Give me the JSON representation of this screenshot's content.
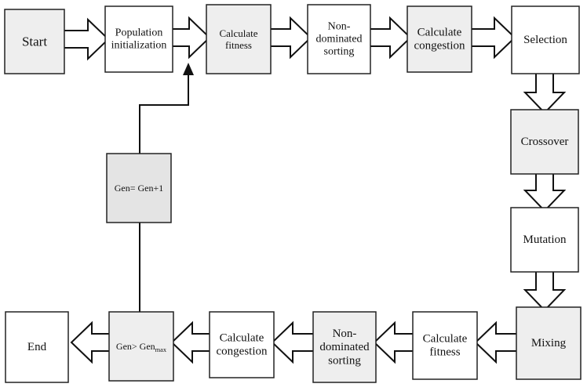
{
  "diagram": {
    "nodes": [
      {
        "id": "start",
        "lines": [
          "Start"
        ],
        "fill": "#eeeeee",
        "font": 17
      },
      {
        "id": "population-initialization",
        "lines": [
          "Population",
          "initialization"
        ],
        "fill": "#ffffff",
        "font": 14
      },
      {
        "id": "calculate-fitness-top",
        "lines": [
          "Calculate",
          "fitness"
        ],
        "fill": "#eeeeee",
        "font": 13
      },
      {
        "id": "non-dominated-sorting-top",
        "lines": [
          "Non-",
          "dominated",
          "sorting"
        ],
        "fill": "#ffffff",
        "font": 14
      },
      {
        "id": "calculate-congestion-top",
        "lines": [
          "Calculate",
          "congestion"
        ],
        "fill": "#eeeeee",
        "font": 15
      },
      {
        "id": "selection",
        "lines": [
          "Selection"
        ],
        "fill": "#ffffff",
        "font": 15
      },
      {
        "id": "crossover",
        "lines": [
          "Crossover"
        ],
        "fill": "#eeeeee",
        "font": 15
      },
      {
        "id": "mutation",
        "lines": [
          "Mutation"
        ],
        "fill": "#ffffff",
        "font": 15
      },
      {
        "id": "mixing",
        "lines": [
          "Mixing"
        ],
        "fill": "#eeeeee",
        "font": 15
      },
      {
        "id": "calculate-fitness-bottom",
        "lines": [
          "Calculate",
          "fitness"
        ],
        "fill": "#ffffff",
        "font": 15
      },
      {
        "id": "non-dominated-sorting-bottom",
        "lines": [
          "Non-",
          "dominated",
          "sorting"
        ],
        "fill": "#eeeeee",
        "font": 15
      },
      {
        "id": "calculate-congestion-bottom",
        "lines": [
          "Calculate",
          "congestion"
        ],
        "fill": "#ffffff",
        "font": 15
      },
      {
        "id": "termination-check",
        "label_base": "Gen> Gen",
        "label_sub": "max",
        "fill": "#eeeeee",
        "font": 12
      },
      {
        "id": "end",
        "lines": [
          "End"
        ],
        "fill": "#ffffff",
        "font": 15
      },
      {
        "id": "generation-increment",
        "lines": [
          "Gen= Gen+1"
        ],
        "fill": "#e4e4e4",
        "font": 12
      }
    ],
    "arrow_fill": "#ffffff",
    "stroke": "#111111",
    "box_border": "#222222"
  }
}
